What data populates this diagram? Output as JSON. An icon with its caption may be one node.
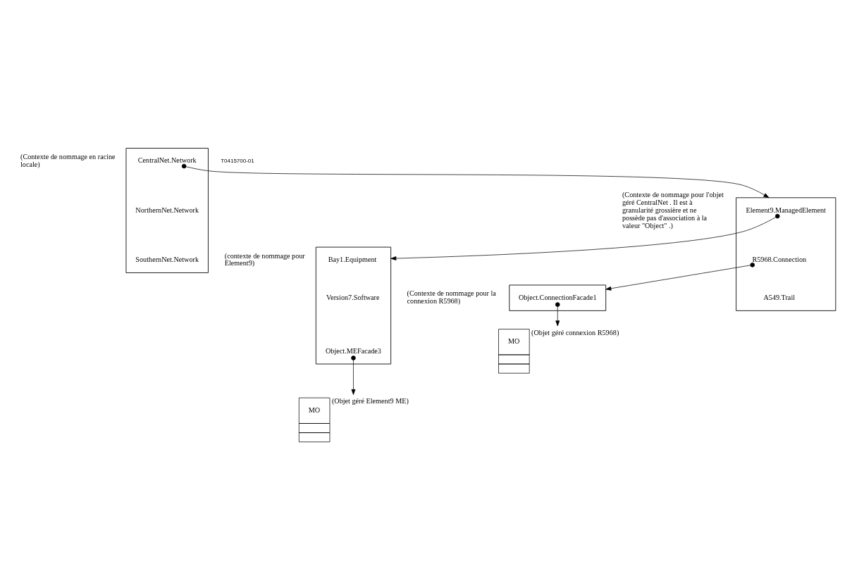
{
  "diagram": {
    "nodes": [
      {
        "text": [],
        "shape": "folder",
        "beside": [
          "(Contexte de nommage en racine locale)"
        ]
      },
      {
        "text": [
          "CentralNet.Network"
        ],
        "in": 0
      },
      {
        "text": [
          "NorthernNet.Network"
        ],
        "in": 0
      },
      {
        "text": [
          "SouthernNet.Network"
        ],
        "in": 0
      },
      {
        "text": [],
        "shape": "folder",
        "beside": [
          "(Contexte de nommage pour l'objet géré CentralNet . Il est à granularité grossière et ne possède pas d'association à la valeur \"Object\" .)"
        ]
      },
      {
        "text": [
          "Element9.ManagedElement"
        ],
        "in": 4
      },
      {
        "text": [
          "R5968.Connection"
        ],
        "in": 4
      },
      {
        "text": [
          "A549.Trail"
        ],
        "in": 4
      },
      {
        "text": [],
        "shape": "folder",
        "beside": [
          "(contexte de nommage pour Element9)"
        ]
      },
      {
        "text": [
          "Bay1.Equipment"
        ],
        "in": 8
      },
      {
        "text": [
          "Version7.Software"
        ],
        "in": 8
      },
      {
        "text": [
          "Object.MEFacade3"
        ],
        "in": 8
      },
      {
        "text": [],
        "shape": "folder",
        "beside": [
          "(Contexte de nommage pour la connexion R5968)"
        ]
      },
      {
        "text": [
          "Object.ConnectionFacade1"
        ],
        "in": 12
      },
      {
        "text": [
          "MO"
        ],
        "beside": [
          "(Objet géré Element9 ME)"
        ]
      },
      {
        "text": [
          "MO"
        ],
        "beside": [
          "(Objet géré connexion R5968)"
        ]
      }
    ],
    "edges": [
      {
        "from": 1,
        "to": 4,
        "arrow": "to"
      },
      {
        "from": 5,
        "to": 8,
        "arrow": "to"
      },
      {
        "from": 6,
        "to": 12,
        "arrow": "to"
      },
      {
        "from": 11,
        "to": 14,
        "arrow": "to"
      },
      {
        "from": 13,
        "to": 15,
        "arrow": "to"
      }
    ],
    "labels": [
      "T0415700-01"
    ]
  }
}
